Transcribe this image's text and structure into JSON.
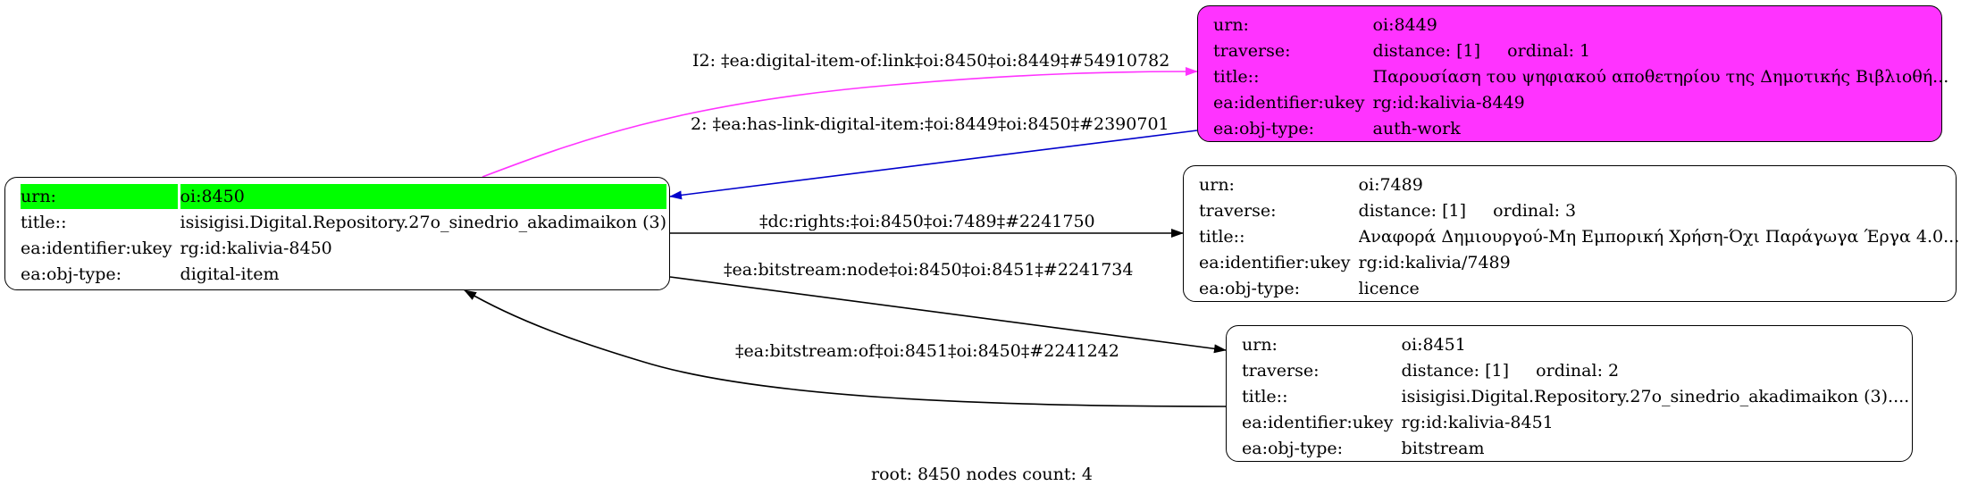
{
  "colors": {
    "magenta": "#ff33ff",
    "green": "#00ff00",
    "blue": "#0000cc",
    "black": "#000000"
  },
  "nodes": {
    "n8450": {
      "rows": [
        {
          "k": "urn:",
          "v": "oi:8450"
        },
        {
          "k": "title::",
          "v": "isisigisi.Digital.Repository.27o_sinedrio_akadimaikon (3)"
        },
        {
          "k": "ea:identifier:ukey",
          "v": "rg:id:kalivia-8450"
        },
        {
          "k": "ea:obj-type:",
          "v": "digital-item"
        }
      ]
    },
    "n8449": {
      "rows": [
        {
          "k": "urn:",
          "v": "oi:8449"
        },
        {
          "k": "traverse:",
          "v": "distance: [1]     ordinal: 1"
        },
        {
          "k": "title::",
          "v": "Παρουσίαση του ψηφιακού αποθετηρίου της Δημοτικής Βιβλιοθή..."
        },
        {
          "k": "ea:identifier:ukey",
          "v": "rg:id:kalivia-8449"
        },
        {
          "k": "ea:obj-type:",
          "v": "auth-work"
        }
      ]
    },
    "n7489": {
      "rows": [
        {
          "k": "urn:",
          "v": "oi:7489"
        },
        {
          "k": "traverse:",
          "v": "distance: [1]     ordinal: 3"
        },
        {
          "k": "title::",
          "v": "Αναφορά Δημιουργού-Μη Εμπορική Χρήση-Όχι Παράγωγα Έργα 4.0..."
        },
        {
          "k": "ea:identifier:ukey",
          "v": "rg:id:kalivia/7489"
        },
        {
          "k": "ea:obj-type:",
          "v": "licence"
        }
      ]
    },
    "n8451": {
      "rows": [
        {
          "k": "urn:",
          "v": "oi:8451"
        },
        {
          "k": "traverse:",
          "v": "distance: [1]     ordinal: 2"
        },
        {
          "k": "title::",
          "v": "isisigisi.Digital.Repository.27o_sinedrio_akadimaikon (3)...."
        },
        {
          "k": "ea:identifier:ukey",
          "v": "rg:id:kalivia-8451"
        },
        {
          "k": "ea:obj-type:",
          "v": "bitstream"
        }
      ]
    }
  },
  "edges": {
    "e1": "I2: ‡ea:digital-item-of:link‡oi:8450‡oi:8449‡#54910782",
    "e2": "2: ‡ea:has-link-digital-item:‡oi:8449‡oi:8450‡#2390701",
    "e3": "‡dc:rights:‡oi:8450‡oi:7489‡#2241750",
    "e4": "‡ea:bitstream:node‡oi:8450‡oi:8451‡#2241734",
    "e5": "‡ea:bitstream:of‡oi:8451‡oi:8450‡#2241242"
  },
  "footer": "root: 8450 nodes count: 4"
}
